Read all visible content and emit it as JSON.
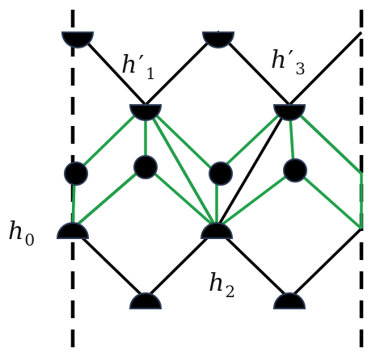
{
  "labels": {
    "h1": {
      "base": "h",
      "prime": "′",
      "sub": "1"
    },
    "h3": {
      "base": "h",
      "prime": "′",
      "sub": "3"
    },
    "h0": {
      "base": "h",
      "sub": "0"
    },
    "h2": {
      "base": "h",
      "sub": "2"
    }
  },
  "colors": {
    "line": "#000000",
    "green": "#21a04a",
    "node_fill": "#000000",
    "node_stroke": "#2b3a55"
  }
}
